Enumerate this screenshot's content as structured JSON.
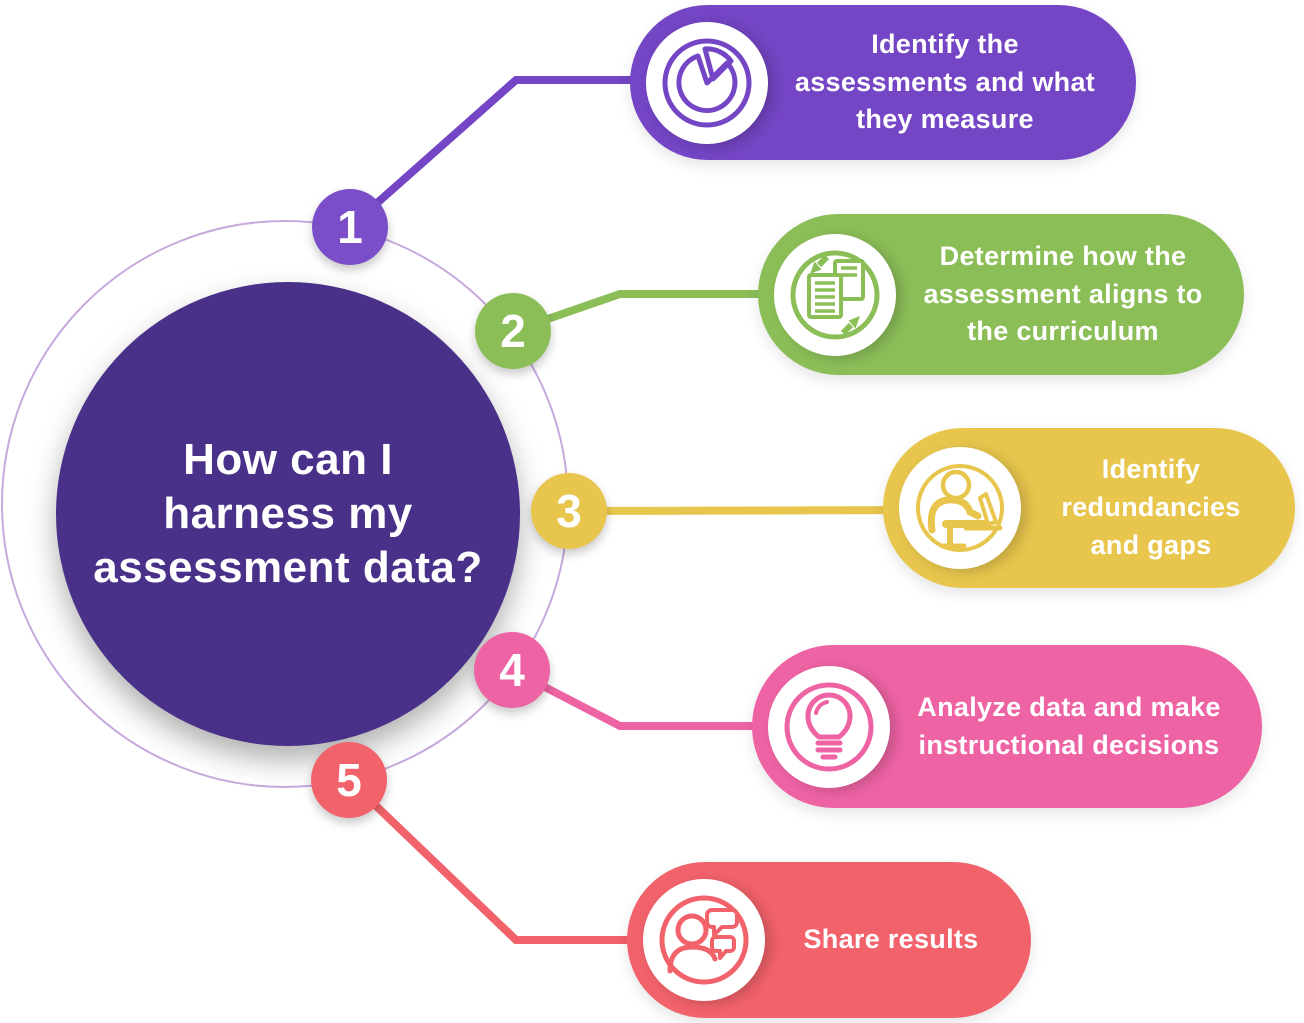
{
  "figure": {
    "type": "process-infographic",
    "title": "How can I\nharness my\nassessment data?",
    "background_color": "#ffffff",
    "center_circle_color": "#493189",
    "orbit_ring_color": "#c7a9dd",
    "text_color": "#ffffff"
  },
  "steps": [
    {
      "number": "1",
      "label": "Identify the\nassessments and what\nthey measure",
      "color": "#7445c4",
      "icon": "pie-chart-icon"
    },
    {
      "number": "2",
      "label": "Determine how the\nassessment aligns to\nthe curriculum",
      "color": "#8cbe58",
      "icon": "documents-sync-icon"
    },
    {
      "number": "3",
      "label": "Identify\nredundancies\nand gaps",
      "color": "#e8c64d",
      "icon": "person-laptop-icon"
    },
    {
      "number": "4",
      "label": "Analyze data and make\ninstructional decisions",
      "color": "#ee63a4",
      "icon": "lightbulb-icon"
    },
    {
      "number": "5",
      "label": "Share results",
      "color": "#f2626b",
      "icon": "person-speech-bubbles-icon"
    }
  ]
}
